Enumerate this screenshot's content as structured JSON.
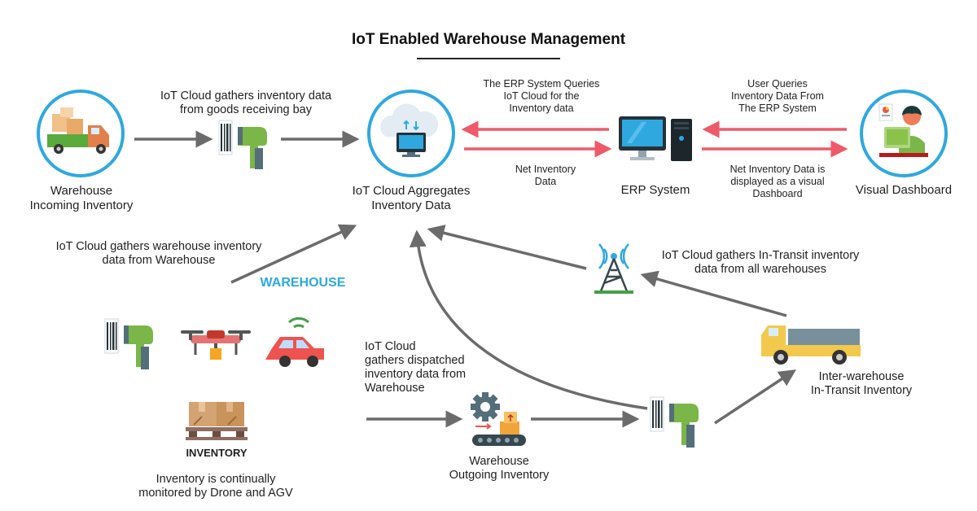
{
  "title": "IoT Enabled Warehouse Management",
  "nodes": {
    "warehouse_incoming": "Warehouse\nIncoming Inventory",
    "iot_cloud": "IoT Cloud Aggregates\nInventory Data",
    "erp_system": "ERP System",
    "visual_dashboard": "Visual Dashboard",
    "inventory": "INVENTORY",
    "warehouse_outgoing": "Warehouse\nOutgoing Inventory",
    "inter_warehouse": "Inter-warehouse\nIn-Transit Inventory",
    "warehouse_tag": "WAREHOUSE"
  },
  "annotations": {
    "receiving_bay": "IoT Cloud gathers inventory data\nfrom goods receiving bay",
    "erp_queries": "The ERP System Queries\nIoT Cloud for the\nInventory data",
    "net_inventory": "Net Inventory\nData",
    "user_queries": "User Queries\nInventory Data From\nThe ERP System",
    "net_dashboard": "Net Inventory Data is\ndisplayed as a visual\nDashboard",
    "warehouse_gather": "IoT Cloud gathers warehouse inventory\ndata from Warehouse",
    "in_transit_gather": "IoT Cloud gathers In-Transit inventory\ndata from all warehouses",
    "dispatched": "IoT Cloud\ngathers dispatched\ninventory data from\nWarehouse",
    "drone_agv": "Inventory is continually\nmonitored by Drone and AGV"
  },
  "icons": [
    "truck-icon",
    "barcode-scanner-icon",
    "cloud-computer-icon",
    "erp-computer-icon",
    "dashboard-user-icon",
    "drone-icon",
    "agv-car-icon",
    "pallet-boxes-icon",
    "conveyor-gear-icon",
    "cell-tower-icon",
    "transit-truck-icon"
  ],
  "colors": {
    "accent_blue": "#2fa8e0",
    "arrow_gray": "#6b6b6b",
    "arrow_red": "#ee5a6a"
  }
}
